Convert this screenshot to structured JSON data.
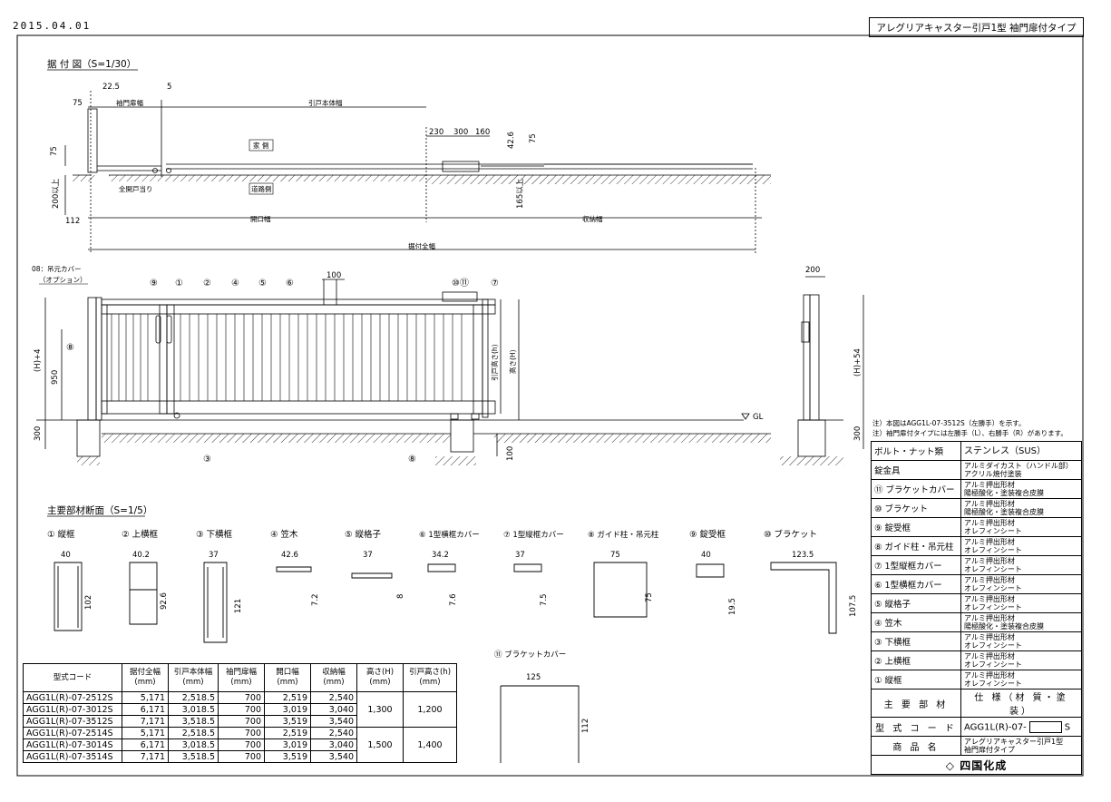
{
  "header": {
    "date": "2015.04.01",
    "title": "アレグリアキャスター引戸1型 袖門扉付タイプ"
  },
  "install_view": {
    "title": "据 付 図（S=1/30）",
    "dims": [
      "75",
      "22.5",
      "5",
      "75",
      "200以上",
      "112",
      "230",
      "300",
      "160",
      "42.6",
      "75",
      "165以上"
    ],
    "labels": {
      "sode_width": "袖門扉幅",
      "body_width": "引戸本体幅",
      "house_side": "家 側",
      "road_side": "道路側",
      "stopper": "全開戸当り",
      "opening": "開口幅",
      "storage": "収納幅",
      "total": "据付全幅"
    }
  },
  "front_view": {
    "cover_note_1": "08：吊元カバー",
    "cover_note_2": "（オプション）",
    "callouts": [
      "⑨",
      "①",
      "②",
      "④",
      "⑤",
      "⑥",
      "⑩⑪",
      "⑦",
      "⑧",
      "③",
      "⑧"
    ],
    "dims": [
      "100",
      "(H)+4",
      "950",
      "300",
      "引戸高さ(h)",
      "高さ(H)",
      "GL",
      "100"
    ]
  },
  "side_view": {
    "dims": [
      "200",
      "(H)+54",
      "300"
    ]
  },
  "sections": {
    "title": "主要部材断面（S=1/5）",
    "items": [
      {
        "label": "① 縦框",
        "w": "40",
        "h": "102"
      },
      {
        "label": "② 上横框",
        "w": "40.2",
        "h": "92.6"
      },
      {
        "label": "③ 下横框",
        "w": "37",
        "h": "121"
      },
      {
        "label": "④ 笠木",
        "w": "42.6",
        "h": "7.2"
      },
      {
        "label": "⑤ 縦格子",
        "w": "37",
        "h": "8"
      },
      {
        "label": "⑥ 1型横框カバー",
        "w": "34.2",
        "h": "7.6"
      },
      {
        "label": "⑦ 1型縦框カバー",
        "w": "37",
        "h": "7.5"
      },
      {
        "label": "⑧ ガイド柱・吊元柱",
        "w": "75",
        "h": "75"
      },
      {
        "label": "⑨ 錠受框",
        "w": "40",
        "h": "19.5"
      },
      {
        "label": "⑩ ブラケット",
        "w": "123.5",
        "h": "107.5"
      }
    ],
    "bracket_cover": {
      "label": "⑪ ブラケットカバー",
      "w": "125",
      "h": "112"
    }
  },
  "table": {
    "headers": [
      "型式コード",
      "据付全幅\n(mm)",
      "引戸本体幅\n(mm)",
      "袖門扉幅\n(mm)",
      "開口幅\n(mm)",
      "収納幅\n(mm)",
      "高さ(H)\n(mm)",
      "引戸高さ(h)\n(mm)"
    ],
    "rows": [
      [
        "AGG1L(R)-07-2512S",
        "5,171",
        "2,518.5",
        "700",
        "2,519",
        "2,540"
      ],
      [
        "AGG1L(R)-07-3012S",
        "6,171",
        "3,018.5",
        "700",
        "3,019",
        "3,040"
      ],
      [
        "AGG1L(R)-07-3512S",
        "7,171",
        "3,518.5",
        "700",
        "3,519",
        "3,540"
      ],
      [
        "AGG1L(R)-07-2514S",
        "5,171",
        "2,518.5",
        "700",
        "2,519",
        "2,540"
      ],
      [
        "AGG1L(R)-07-3014S",
        "6,171",
        "3,018.5",
        "700",
        "3,019",
        "3,040"
      ],
      [
        "AGG1L(R)-07-3514S",
        "7,171",
        "3,518.5",
        "700",
        "3,519",
        "3,540"
      ]
    ],
    "group1": {
      "H": "1,300",
      "h": "1,200"
    },
    "group2": {
      "H": "1,500",
      "h": "1,400"
    }
  },
  "notes": [
    "注）本図はAGG1L-07-3512S（左勝手）を示す。",
    "注）袖門扉付タイプには左勝手（L）、右勝手（R）があります。"
  ],
  "spec": {
    "rows": [
      {
        "k": "ボルト・ナット類",
        "v": "ステンレス（SUS）"
      },
      {
        "k": "錠金具",
        "v": "アルミダイカスト（ハンドル部）\nアクリル焼付塗装"
      },
      {
        "k": "⑪ ブラケットカバー",
        "v": "アルミ押出形材\n陽極酸化・塗装複合皮膜"
      },
      {
        "k": "⑩ ブラケット",
        "v": "アルミ押出形材\n陽極酸化・塗装複合皮膜"
      },
      {
        "k": "⑨ 錠受框",
        "v": "アルミ押出形材\nオレフィンシート"
      },
      {
        "k": "⑧ ガイド柱・吊元柱",
        "v": "アルミ押出形材\nオレフィンシート"
      },
      {
        "k": "⑦ 1型縦框カバー",
        "v": "アルミ押出形材\nオレフィンシート"
      },
      {
        "k": "⑥ 1型横框カバー",
        "v": "アルミ押出形材\nオレフィンシート"
      },
      {
        "k": "⑤ 縦格子",
        "v": "アルミ押出形材\nオレフィンシート"
      },
      {
        "k": "④ 笠木",
        "v": "アルミ押出形材\n陽極酸化・塗装複合皮膜"
      },
      {
        "k": "③ 下横框",
        "v": "アルミ押出形材\nオレフィンシート"
      },
      {
        "k": "② 上横框",
        "v": "アルミ押出形材\nオレフィンシート"
      },
      {
        "k": "① 縦框",
        "v": "アルミ押出形材\nオレフィンシート"
      }
    ],
    "main_material": "主 要 部 材",
    "finish": "仕 様（材 質・塗 装）",
    "model_code_label": "型 式 コ ー ド",
    "model_code": "AGG1L(R)-07-",
    "model_suffix": "S",
    "product_label": "商 品 名",
    "product_name": "アレグリアキャスター引戸1型\n袖門扉付タイプ",
    "maker": "四国化成"
  }
}
